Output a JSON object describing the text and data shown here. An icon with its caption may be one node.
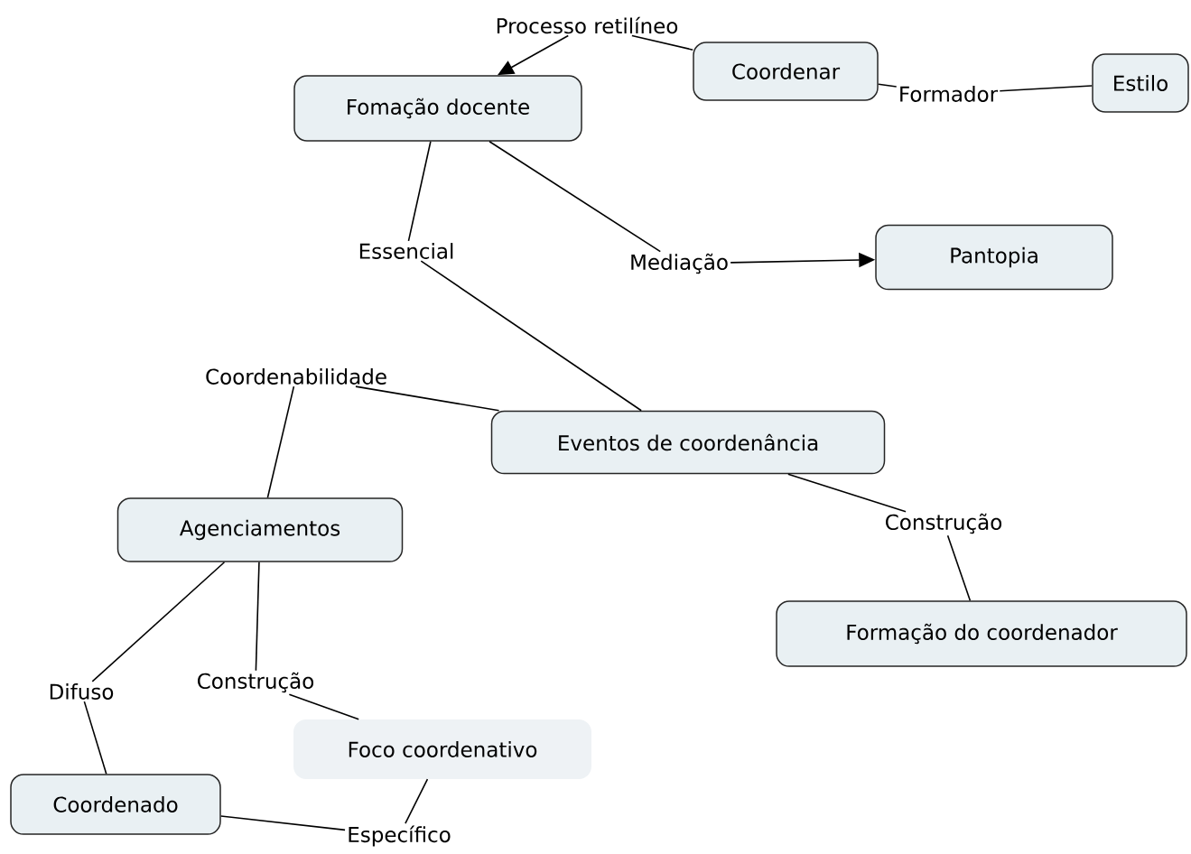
{
  "diagram": {
    "nodes": [
      {
        "text": [
          "Coordenar"
        ]
      },
      {
        "text": [
          "Processo retilíneo"
        ]
      },
      {
        "text": [
          "Fomação docente"
        ]
      },
      {
        "text": [
          "Formador"
        ]
      },
      {
        "text": [
          "Estilo"
        ]
      },
      {
        "text": [
          "Essencial"
        ]
      },
      {
        "text": [
          "Mediação"
        ]
      },
      {
        "text": [
          "Pantopia"
        ]
      },
      {
        "text": [
          "Coordenabilidade"
        ]
      },
      {
        "text": [
          "Eventos de coordenância"
        ]
      },
      {
        "text": [
          "Agenciamentos"
        ]
      },
      {
        "text": [
          "Construção"
        ]
      },
      {
        "text": [
          "Formação do coordenador"
        ]
      },
      {
        "text": [
          "Difuso"
        ]
      },
      {
        "text": [
          "Construção"
        ]
      },
      {
        "text": [
          "Foco coordenativo"
        ]
      },
      {
        "text": [
          "Coordenado"
        ]
      },
      {
        "text": [
          "Específico"
        ]
      }
    ],
    "edges": [
      {
        "from": 0,
        "to": 1,
        "arrow": "none"
      },
      {
        "from": 1,
        "to": 2,
        "arrow": "to"
      },
      {
        "from": 0,
        "to": 3,
        "arrow": "none"
      },
      {
        "from": 3,
        "to": 4,
        "arrow": "none"
      },
      {
        "from": 2,
        "to": 5,
        "arrow": "none"
      },
      {
        "from": 5,
        "to": 9,
        "arrow": "none"
      },
      {
        "from": 2,
        "to": 6,
        "arrow": "none"
      },
      {
        "from": 6,
        "to": 7,
        "arrow": "to"
      },
      {
        "from": 9,
        "to": 8,
        "arrow": "none"
      },
      {
        "from": 8,
        "to": 10,
        "arrow": "none"
      },
      {
        "from": 9,
        "to": 11,
        "arrow": "none"
      },
      {
        "from": 11,
        "to": 12,
        "arrow": "none"
      },
      {
        "from": 10,
        "to": 13,
        "arrow": "none"
      },
      {
        "from": 13,
        "to": 16,
        "arrow": "none"
      },
      {
        "from": 10,
        "to": 14,
        "arrow": "none"
      },
      {
        "from": 14,
        "to": 15,
        "arrow": "none"
      },
      {
        "from": 16,
        "to": 17,
        "arrow": "none"
      },
      {
        "from": 17,
        "to": 15,
        "arrow": "none"
      }
    ]
  }
}
